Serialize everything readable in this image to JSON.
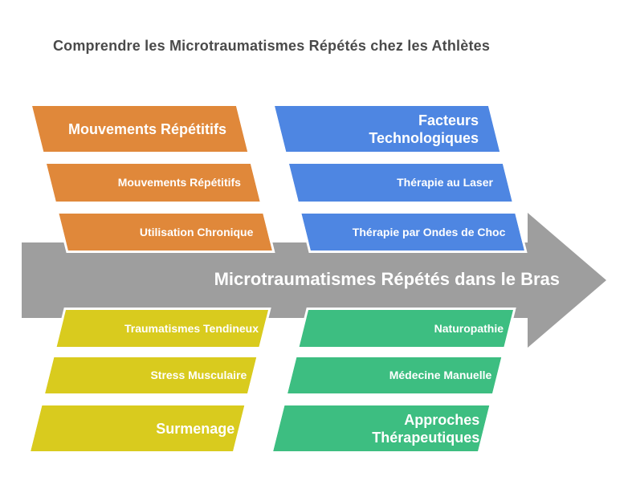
{
  "title": "Comprendre les Microtraumatismes Répétés chez les Athlètes",
  "center_arrow": {
    "label": "Microtraumatismes Répétés dans le Bras",
    "color": "#9E9E9E"
  },
  "groups": [
    {
      "name": "mouvements-repetitifs",
      "color": "#E0883A",
      "header_lines": [
        "Mouvements Répétitifs"
      ],
      "items": [
        "Mouvements Répétitifs",
        "Utilisation Chronique"
      ]
    },
    {
      "name": "facteurs-technologiques",
      "color": "#4E86E2",
      "header_lines": [
        "Facteurs",
        "Technologiques"
      ],
      "items": [
        "Thérapie au Laser",
        "Thérapie par Ondes de Choc"
      ]
    },
    {
      "name": "surmenage",
      "color": "#D9CB1E",
      "header_lines": [
        "Surmenage"
      ],
      "items": [
        "Traumatismes Tendineux",
        "Stress Musculaire"
      ]
    },
    {
      "name": "approches-therapeutiques",
      "color": "#3DBE81",
      "header_lines": [
        "Approches",
        "Thérapeutiques"
      ],
      "items": [
        "Naturopathie",
        "Médecine Manuelle"
      ]
    }
  ]
}
